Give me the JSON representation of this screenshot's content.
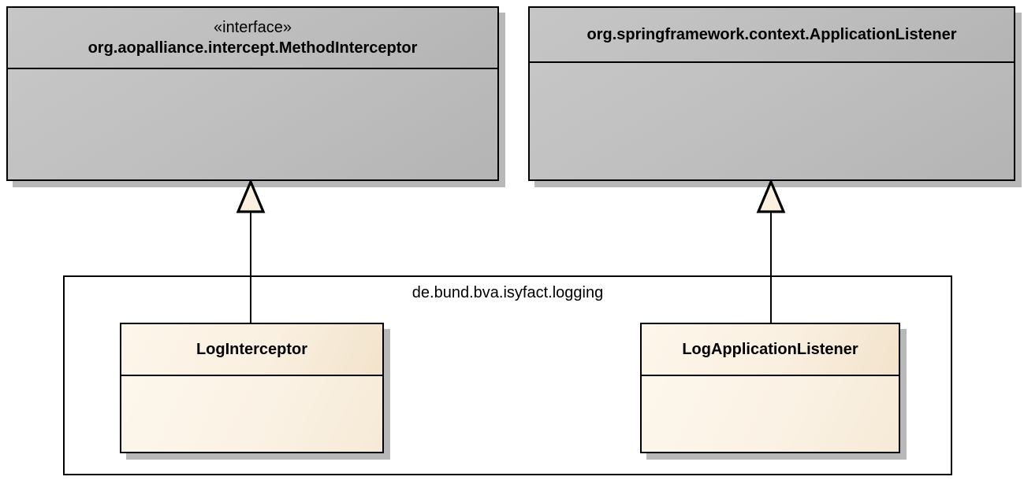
{
  "diagram": {
    "type": "uml-class-diagram",
    "title": "de.bund.bva.isyfact.logging class diagram",
    "background_color": "#ffffff",
    "colors": {
      "external_class_fill": "#c0c0c0",
      "internal_class_fill": "#faf0e0",
      "border": "#000000",
      "shadow": "#b8b8b8"
    }
  },
  "package": {
    "label": "de.bund.bva.isyfact.logging"
  },
  "classes": [
    {
      "id": "method-interceptor",
      "stereotype": "«interface»",
      "name": "org.aopalliance.intercept.MethodInterceptor",
      "kind": "interface",
      "fill": "#c0c0c0"
    },
    {
      "id": "application-listener",
      "stereotype": "",
      "name": "org.springframework.context.ApplicationListener",
      "kind": "class",
      "fill": "#c0c0c0"
    },
    {
      "id": "log-interceptor",
      "stereotype": "",
      "name": "LogInterceptor",
      "kind": "class",
      "fill": "#faf0e0"
    },
    {
      "id": "log-application-listener",
      "stereotype": "",
      "name": "LogApplicationListener",
      "kind": "class",
      "fill": "#faf0e0"
    }
  ],
  "relationships": [
    {
      "type": "generalization",
      "source": "log-interceptor",
      "target": "method-interceptor",
      "arrow": "hollow-triangle"
    },
    {
      "type": "generalization",
      "source": "log-application-listener",
      "target": "application-listener",
      "arrow": "hollow-triangle"
    }
  ]
}
